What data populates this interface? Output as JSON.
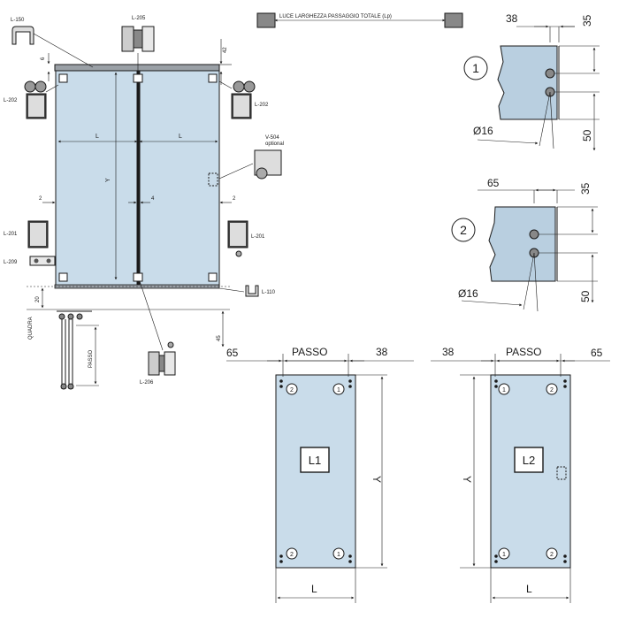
{
  "codes": {
    "l150": "L-150",
    "l205": "L-205",
    "l202a": "L-202",
    "l202b": "L-202",
    "v504": "V-504",
    "optional": "optional",
    "l201a": "L-201",
    "l201b": "L-201",
    "l209": "L-209",
    "l110": "L-110",
    "l206": "L-206"
  },
  "front": {
    "dim6": "6",
    "dim42": "42",
    "dim2a": "2",
    "dim2b": "2",
    "dim4": "4",
    "L_left": "L",
    "L_right": "L",
    "Y": "Y",
    "dim20": "20",
    "dim45": "45",
    "passo": "PASSO",
    "quadra": "QUADRA"
  },
  "header": {
    "luce": "LUCE LARGHEZZA PASSAGGIO TOTALE (Lp)"
  },
  "detail1": {
    "num": "1",
    "d38": "38",
    "d35": "35",
    "d50": "50",
    "dia": "Ø16"
  },
  "detail2": {
    "num": "2",
    "d65": "65",
    "d35": "35",
    "d50": "50",
    "dia": "Ø16"
  },
  "panel1": {
    "label": "L1",
    "d65": "65",
    "passo": "PASSO",
    "d38": "38",
    "Y": "Y",
    "L": "L",
    "h_tl": "2",
    "h_tr": "1",
    "h_bl": "2",
    "h_br": "1"
  },
  "panel2": {
    "label": "L2",
    "d38": "38",
    "passo": "PASSO",
    "d65": "65",
    "Y": "Y",
    "L": "L",
    "h_tl": "1",
    "h_tr": "2",
    "h_bl": "1",
    "h_br": "2"
  }
}
